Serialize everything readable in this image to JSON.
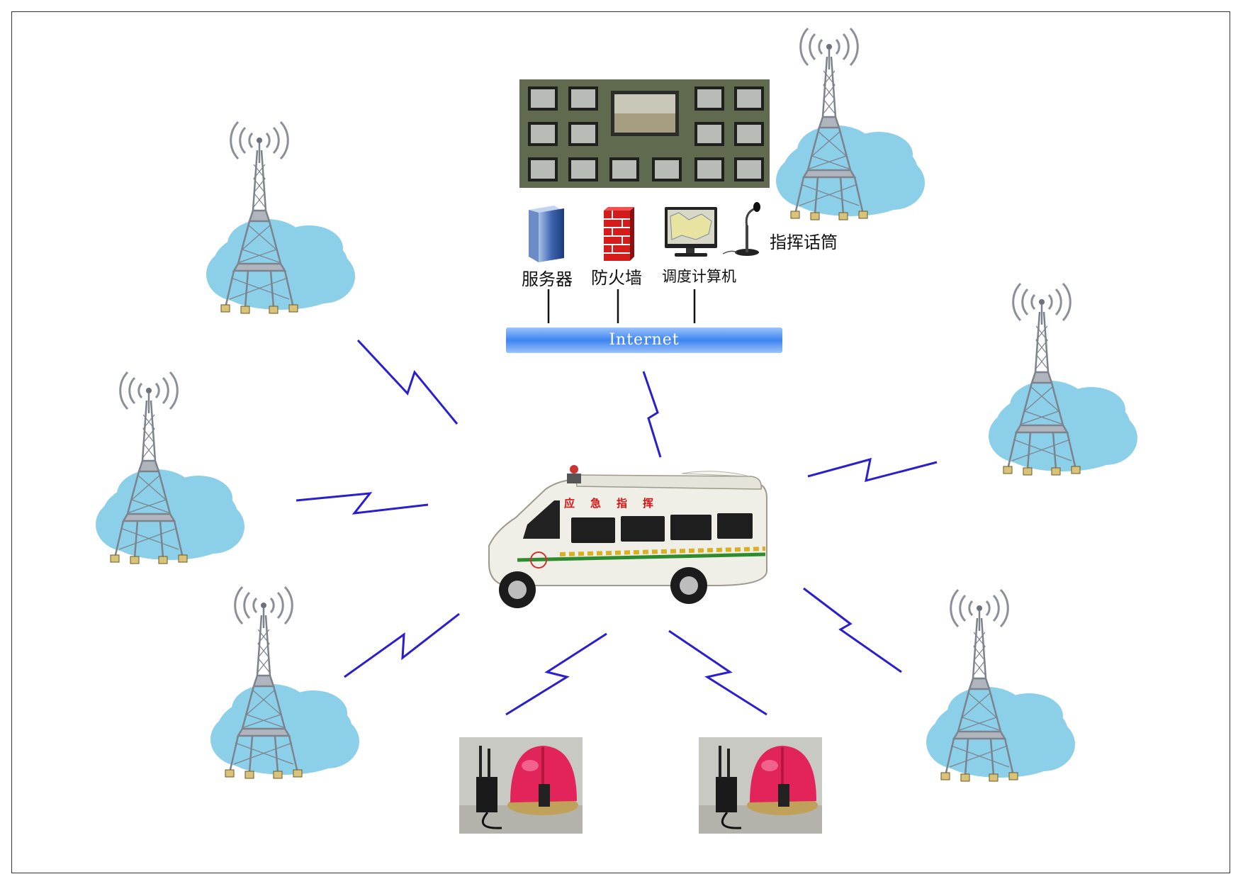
{
  "labels": {
    "server": "服务器",
    "firewall": "防火墙",
    "dispatch_computer": "调度计算机",
    "command_mic": "指挥话筒",
    "internet": "Internet",
    "van_sign": "应急指挥"
  },
  "colors": {
    "cloud": "#8ccfe9",
    "bolt": "#2a1fd0",
    "internet_bar": "#4a8ef2",
    "tower": "#8a8f98"
  },
  "icons": [
    "tower-icon",
    "cloud-icon",
    "server-icon",
    "firewall-icon",
    "monitor-icon",
    "microphone-icon",
    "van-icon",
    "helmet-icon",
    "video-wall-icon"
  ]
}
